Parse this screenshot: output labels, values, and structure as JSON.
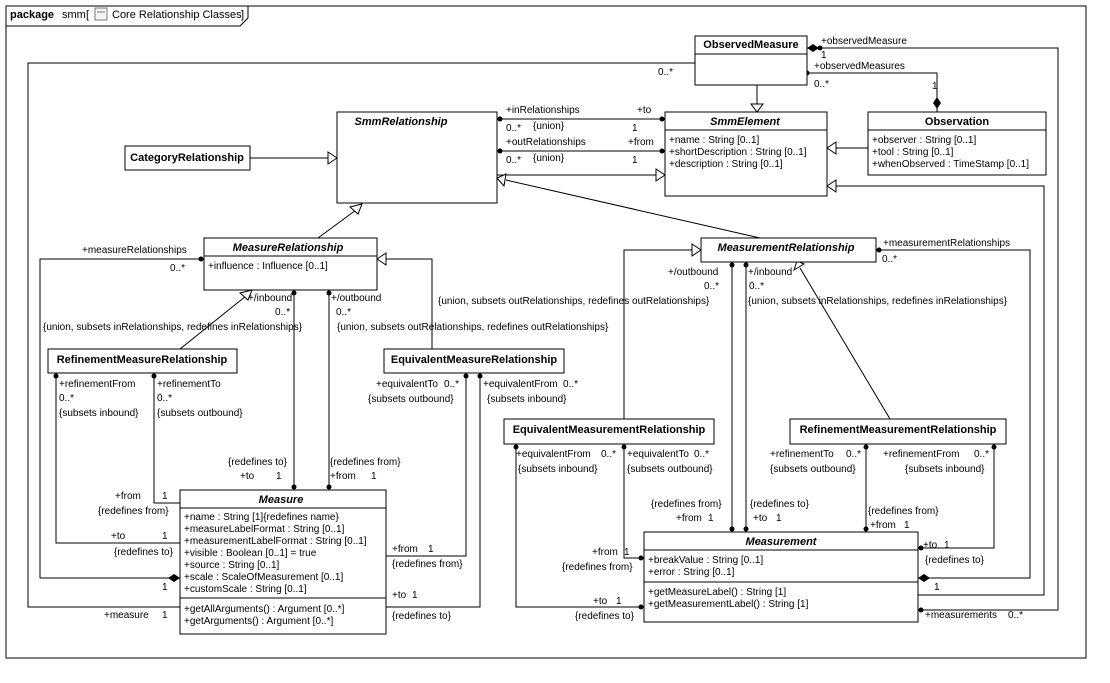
{
  "frame": {
    "keyword": "package",
    "name": "smm",
    "diagram_title": "Core Relationship Classes"
  },
  "classes": {
    "observed_measure": {
      "name": "ObservedMeasure"
    },
    "smm_relationship": {
      "name": "SmmRelationship"
    },
    "smm_element": {
      "name": "SmmElement",
      "attrs": [
        "+name : String [0..1]",
        "+shortDescription : String [0..1]",
        "+description : String [0..1]"
      ]
    },
    "observation": {
      "name": "Observation",
      "attrs": [
        "+observer : String [0..1]",
        "+tool : String [0..1]",
        "+whenObserved : TimeStamp [0..1]"
      ]
    },
    "category_relationship": {
      "name": "CategoryRelationship"
    },
    "measure_relationship": {
      "name": "MeasureRelationship",
      "attrs": [
        "+influence : Influence [0..1]"
      ]
    },
    "measurement_relationship": {
      "name": "MeasurementRelationship"
    },
    "refinement_measure_relationship": {
      "name": "RefinementMeasureRelationship"
    },
    "equivalent_measure_relationship": {
      "name": "EquivalentMeasureRelationship"
    },
    "equivalent_measurement_relationship": {
      "name": "EquivalentMeasurementRelationship"
    },
    "refinement_measurement_relationship": {
      "name": "RefinementMeasurementRelationship"
    },
    "measure": {
      "name": "Measure",
      "attrs": [
        "+name : String [1]{redefines name}",
        "+measureLabelFormat : String [0..1]",
        "+measurementLabelFormat : String [0..1]",
        "+visible : Boolean [0..1] = true",
        "+source : String [0..1]",
        "+scale : ScaleOfMeasurement [0..1]",
        "+customScale : String [0..1]"
      ],
      "ops": [
        "+getAllArguments() : Argument [0..*]",
        "+getArguments() : Argument [0..*]"
      ]
    },
    "measurement": {
      "name": "Measurement",
      "attrs": [
        "+breakValue : String [0..1]",
        "+error : String [0..1]"
      ],
      "ops": [
        "+getMeasureLabel() : String [1]",
        "+getMeasurementLabel() : String [1]"
      ]
    }
  },
  "labels": {
    "observed_measure_role": "+observedMeasure",
    "observed_measures_role": "+observedMeasures",
    "one": "1",
    "many": "0..*",
    "in_relationships": "+inRelationships",
    "out_relationships": "+outRelationships",
    "union": "{union}",
    "to": "+to",
    "from": "+from",
    "measure_relationships": "+measureRelationships",
    "measurement_relationships": "+measurementRelationships",
    "inbound": "+/inbound",
    "outbound": "+/outbound",
    "union_in": "{union, subsets inRelationships, redefines inRelationships}",
    "union_out": "{union, subsets outRelationships, redefines outRelationships}",
    "refinement_from": "+refinementFrom",
    "refinement_to": "+refinementTo",
    "subsets_inbound": "{subsets inbound}",
    "subsets_outbound": "{subsets outbound}",
    "equivalent_to": "+equivalentTo",
    "equivalent_from": "+equivalentFrom",
    "redefines_to": "{redefines to}",
    "redefines_from": "{redefines from}",
    "measure_role": "+measure",
    "measurements_role": "+measurements"
  }
}
